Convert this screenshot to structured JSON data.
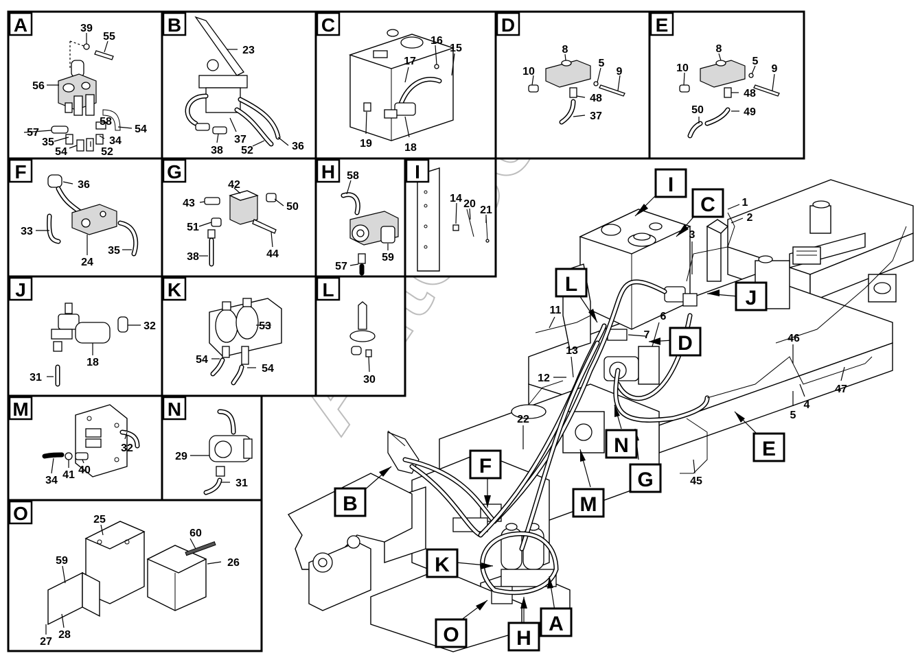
{
  "watermark": "AutoSoft",
  "panels": [
    {
      "id": "A",
      "labels": [
        "39",
        "55",
        "56",
        "58",
        "57",
        "35",
        "54",
        "52",
        "34",
        "54"
      ]
    },
    {
      "id": "B",
      "labels": [
        "23",
        "37",
        "38",
        "52",
        "36"
      ]
    },
    {
      "id": "C",
      "labels": [
        "16",
        "15",
        "17",
        "19",
        "18"
      ]
    },
    {
      "id": "D",
      "labels": [
        "8",
        "10",
        "5",
        "9",
        "48",
        "37"
      ]
    },
    {
      "id": "E",
      "labels": [
        "8",
        "10",
        "5",
        "9",
        "48",
        "50",
        "49"
      ]
    },
    {
      "id": "F",
      "labels": [
        "36",
        "33",
        "24",
        "35"
      ]
    },
    {
      "id": "G",
      "labels": [
        "42",
        "43",
        "50",
        "51",
        "38",
        "44"
      ]
    },
    {
      "id": "H",
      "labels": [
        "58",
        "57",
        "59"
      ]
    },
    {
      "id": "I",
      "labels": [
        "14",
        "20",
        "21"
      ]
    },
    {
      "id": "J",
      "labels": [
        "32",
        "18",
        "31"
      ]
    },
    {
      "id": "K",
      "labels": [
        "53",
        "54",
        "54"
      ]
    },
    {
      "id": "L",
      "labels": [
        "30"
      ]
    },
    {
      "id": "M",
      "labels": [
        "32",
        "34",
        "41",
        "40"
      ]
    },
    {
      "id": "N",
      "labels": [
        "29",
        "31"
      ]
    },
    {
      "id": "O",
      "labels": [
        "25",
        "60",
        "26",
        "59",
        "27",
        "28"
      ]
    }
  ],
  "callouts": [
    "I",
    "C",
    "L",
    "J",
    "D",
    "N",
    "G",
    "E",
    "F",
    "B",
    "M",
    "K",
    "A",
    "O",
    "H"
  ],
  "main_labels": [
    "1",
    "2",
    "3",
    "6",
    "7",
    "11",
    "13",
    "12",
    "22",
    "46",
    "4",
    "5",
    "47",
    "45"
  ]
}
